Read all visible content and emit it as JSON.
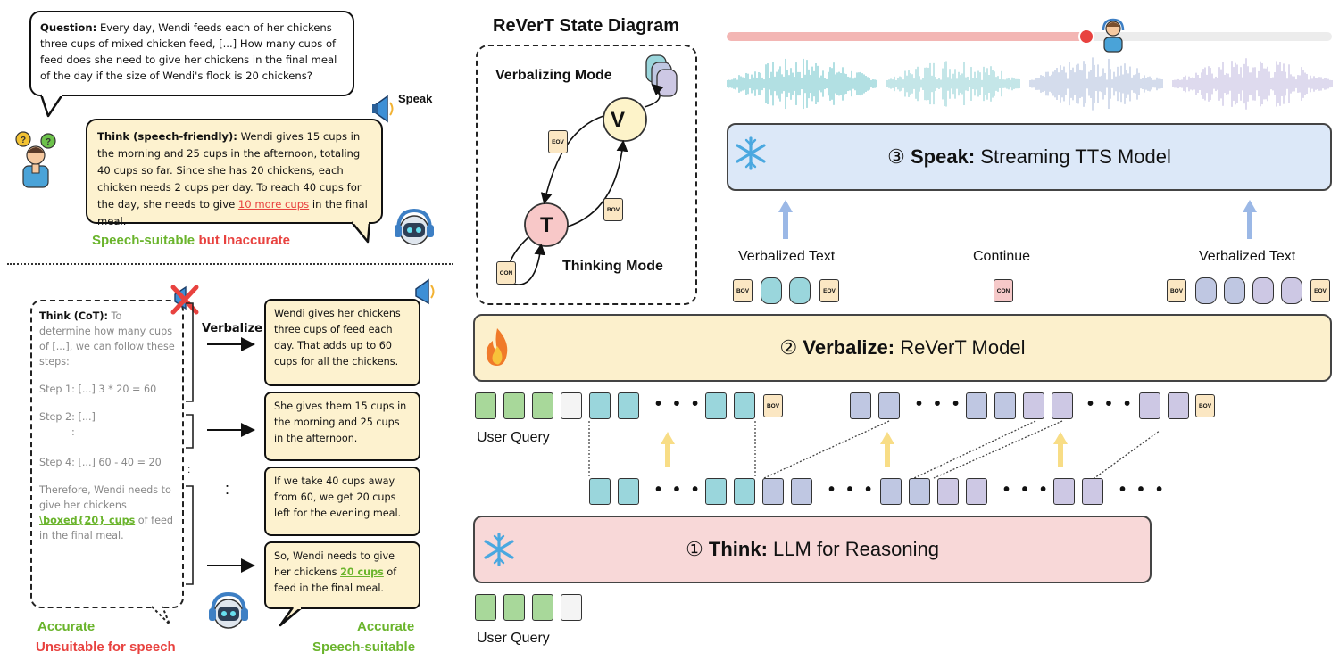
{
  "question": {
    "label": "Question:",
    "text": "Every day, Wendi feeds each of her chickens three cups of mixed chicken feed, [...] How many cups of feed does she need to give her chickens in the final meal of the day if the size of Wendi's flock is 20 chickens?"
  },
  "speak_label": "Speak",
  "think_speech": {
    "label": "Think (speech-friendly):",
    "text_a": "Wendi gives 15 cups in the morning and 25 cups in the afternoon, totaling 40 cups so far. Since she has 20 chickens, each chicken needs 2 cups per day. To reach 40 cups for the day, she needs to give ",
    "highlight": "10 more cups",
    "text_b": " in the final meal."
  },
  "speech_suitable_label": "Speech-suitable",
  "but_inaccurate_label": "but Inaccurate",
  "cot": {
    "label": "Think (CoT):",
    "intro": "To determine how many cups of [...], we can follow these steps:",
    "step1": "Step 1: [...] 3 * 20 = 60",
    "step2": "Step 2: [...]",
    "vdots": ":",
    "step4": "Step 4: [...] 60 - 40 = 20",
    "conclusion_a": "Therefore, Wendi needs to give her chickens ",
    "boxed": "\\boxed{20} cups",
    "conclusion_b": " of feed in the final meal."
  },
  "verbalize_arrow_label": "Verbalize",
  "vdots_mid": ":",
  "verbalized": [
    {
      "text": "Wendi gives her chickens three cups of feed each day. That adds up to 60 cups for all the chickens."
    },
    {
      "text": "She gives them 15 cups in the morning and 25 cups in the afternoon."
    },
    {
      "text": "If we take 40 cups away from 60, we get 20 cups left for the evening meal."
    },
    {
      "text_a": "So, Wendi needs to give her chickens ",
      "highlight": "20 cups",
      "text_b": " of feed in the final meal."
    }
  ],
  "left_bottom": {
    "accurate": "Accurate",
    "unsuitable": "Unsuitable for speech"
  },
  "right_bottom": {
    "accurate": "Accurate",
    "suitable": "Speech-suitable"
  },
  "state_diagram": {
    "title": "ReVerT State Diagram",
    "verbalizing_mode": "Verbalizing Mode",
    "thinking_mode": "Thinking Mode",
    "v_node": "V",
    "t_node": "T",
    "eov": "EOV",
    "bov": "BOV",
    "con": "CON"
  },
  "speak_bar": {
    "num": "③",
    "bold": "Speak:",
    "rest": "Streaming TTS Model"
  },
  "verbalize_bar": {
    "num": "②",
    "bold": "Verbalize:",
    "rest": "ReVerT Model"
  },
  "think_bar": {
    "num": "①",
    "bold": "Think:",
    "rest": "LLM for Reasoning"
  },
  "stream_labels": {
    "verbalized_text_1": "Verbalized Text",
    "continue": "Continue",
    "verbalized_text_2": "Verbalized Text"
  },
  "tokens": {
    "bov": "BOV",
    "eov": "EOV",
    "con": "CON",
    "ellipsis": "• • •"
  },
  "user_query_1": "User Query",
  "user_query_2": "User Query",
  "colors": {
    "speak_bar": "#dce8f8",
    "verbalize_bar": "#fcf0cc",
    "think_bar": "#f8d8d8",
    "green": "#6ab42c",
    "red": "#e8423f"
  },
  "icons": [
    "snowflake-icon",
    "fire-icon",
    "megaphone-icon",
    "robot-headphones-icon",
    "confused-person-icon",
    "listener-icon",
    "waveform",
    "cross-mark-icon"
  ]
}
